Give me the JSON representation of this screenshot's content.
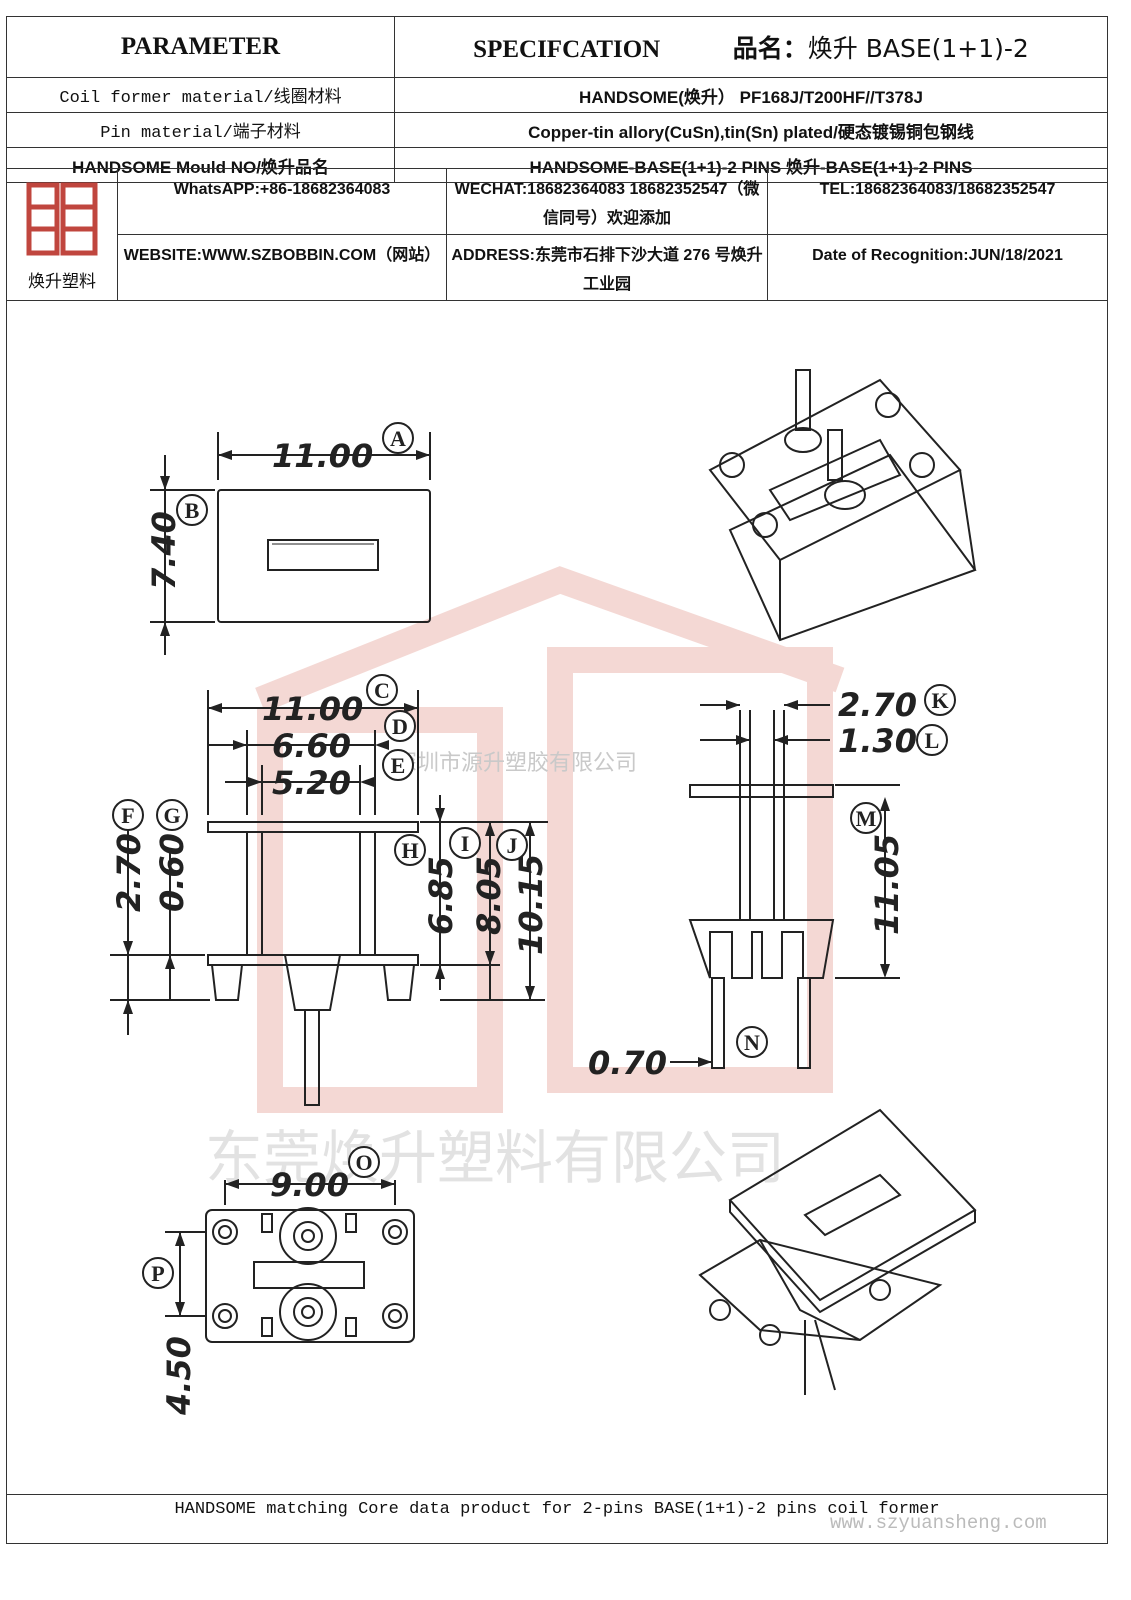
{
  "header": {
    "parameter": "PARAMETER",
    "specification": "SPECIFCATION",
    "product_label": "品名：",
    "product_name": "焕升 BASE(1+1)-2"
  },
  "rows": [
    {
      "label": "Coil former material/线圈材料",
      "value": "HANDSOME(焕升）  PF168J/T200HF//T378J"
    },
    {
      "label": "Pin material/端子材料",
      "value": "Copper-tin allory(CuSn),tin(Sn) plated/硬态镀锡铜包钢线"
    },
    {
      "label": "HANDSOME Mould NO/焕升品名",
      "value": "HANDSOME-BASE(1+1)-2 PINS    焕升-BASE(1+1)-2 PINS"
    }
  ],
  "company": {
    "logo_text": "焕升塑料",
    "whatsapp": "WhatsAPP:+86-18682364083",
    "wechat": "WECHAT:18682364083 18682352547（微信同号）欢迎添加",
    "tel": "TEL:18682364083/18682352547",
    "website": "WEBSITE:WWW.SZBOBBIN.COM（网站）",
    "address": "ADDRESS:东莞市石排下沙大道 276 号焕升工业园",
    "date": "Date of Recognition:JUN/18/2021"
  },
  "dimensions": {
    "A": "11.00",
    "B": "7.40",
    "C": "11.00",
    "D": "6.60",
    "E": "5.20",
    "F": "2.70",
    "G": "0.60",
    "H": "6.85",
    "I": "8.05",
    "J": "10.15",
    "K": "2.70",
    "L": "1.30",
    "M": "11.05",
    "N": "0.70",
    "O": "9.00",
    "P": "4.50"
  },
  "labels": {
    "A": "A",
    "B": "B",
    "C": "C",
    "D": "D",
    "E": "E",
    "F": "F",
    "G": "G",
    "H": "H",
    "I": "I",
    "J": "J",
    "K": "K",
    "L": "L",
    "M": "M",
    "N": "N",
    "O": "O",
    "P": "P"
  },
  "watermark": {
    "line1": "深圳市源升塑胶有限公司",
    "line2": "东莞焕升塑料有限公司"
  },
  "footer": {
    "text": "HANDSOME matching Core data  product for 2-pins BASE(1+1)-2 pins coil former",
    "website": "www.szyuansheng.com"
  },
  "colors": {
    "line": "#222222",
    "watermark": "#e8b6b0",
    "logo": "#c0463e"
  }
}
